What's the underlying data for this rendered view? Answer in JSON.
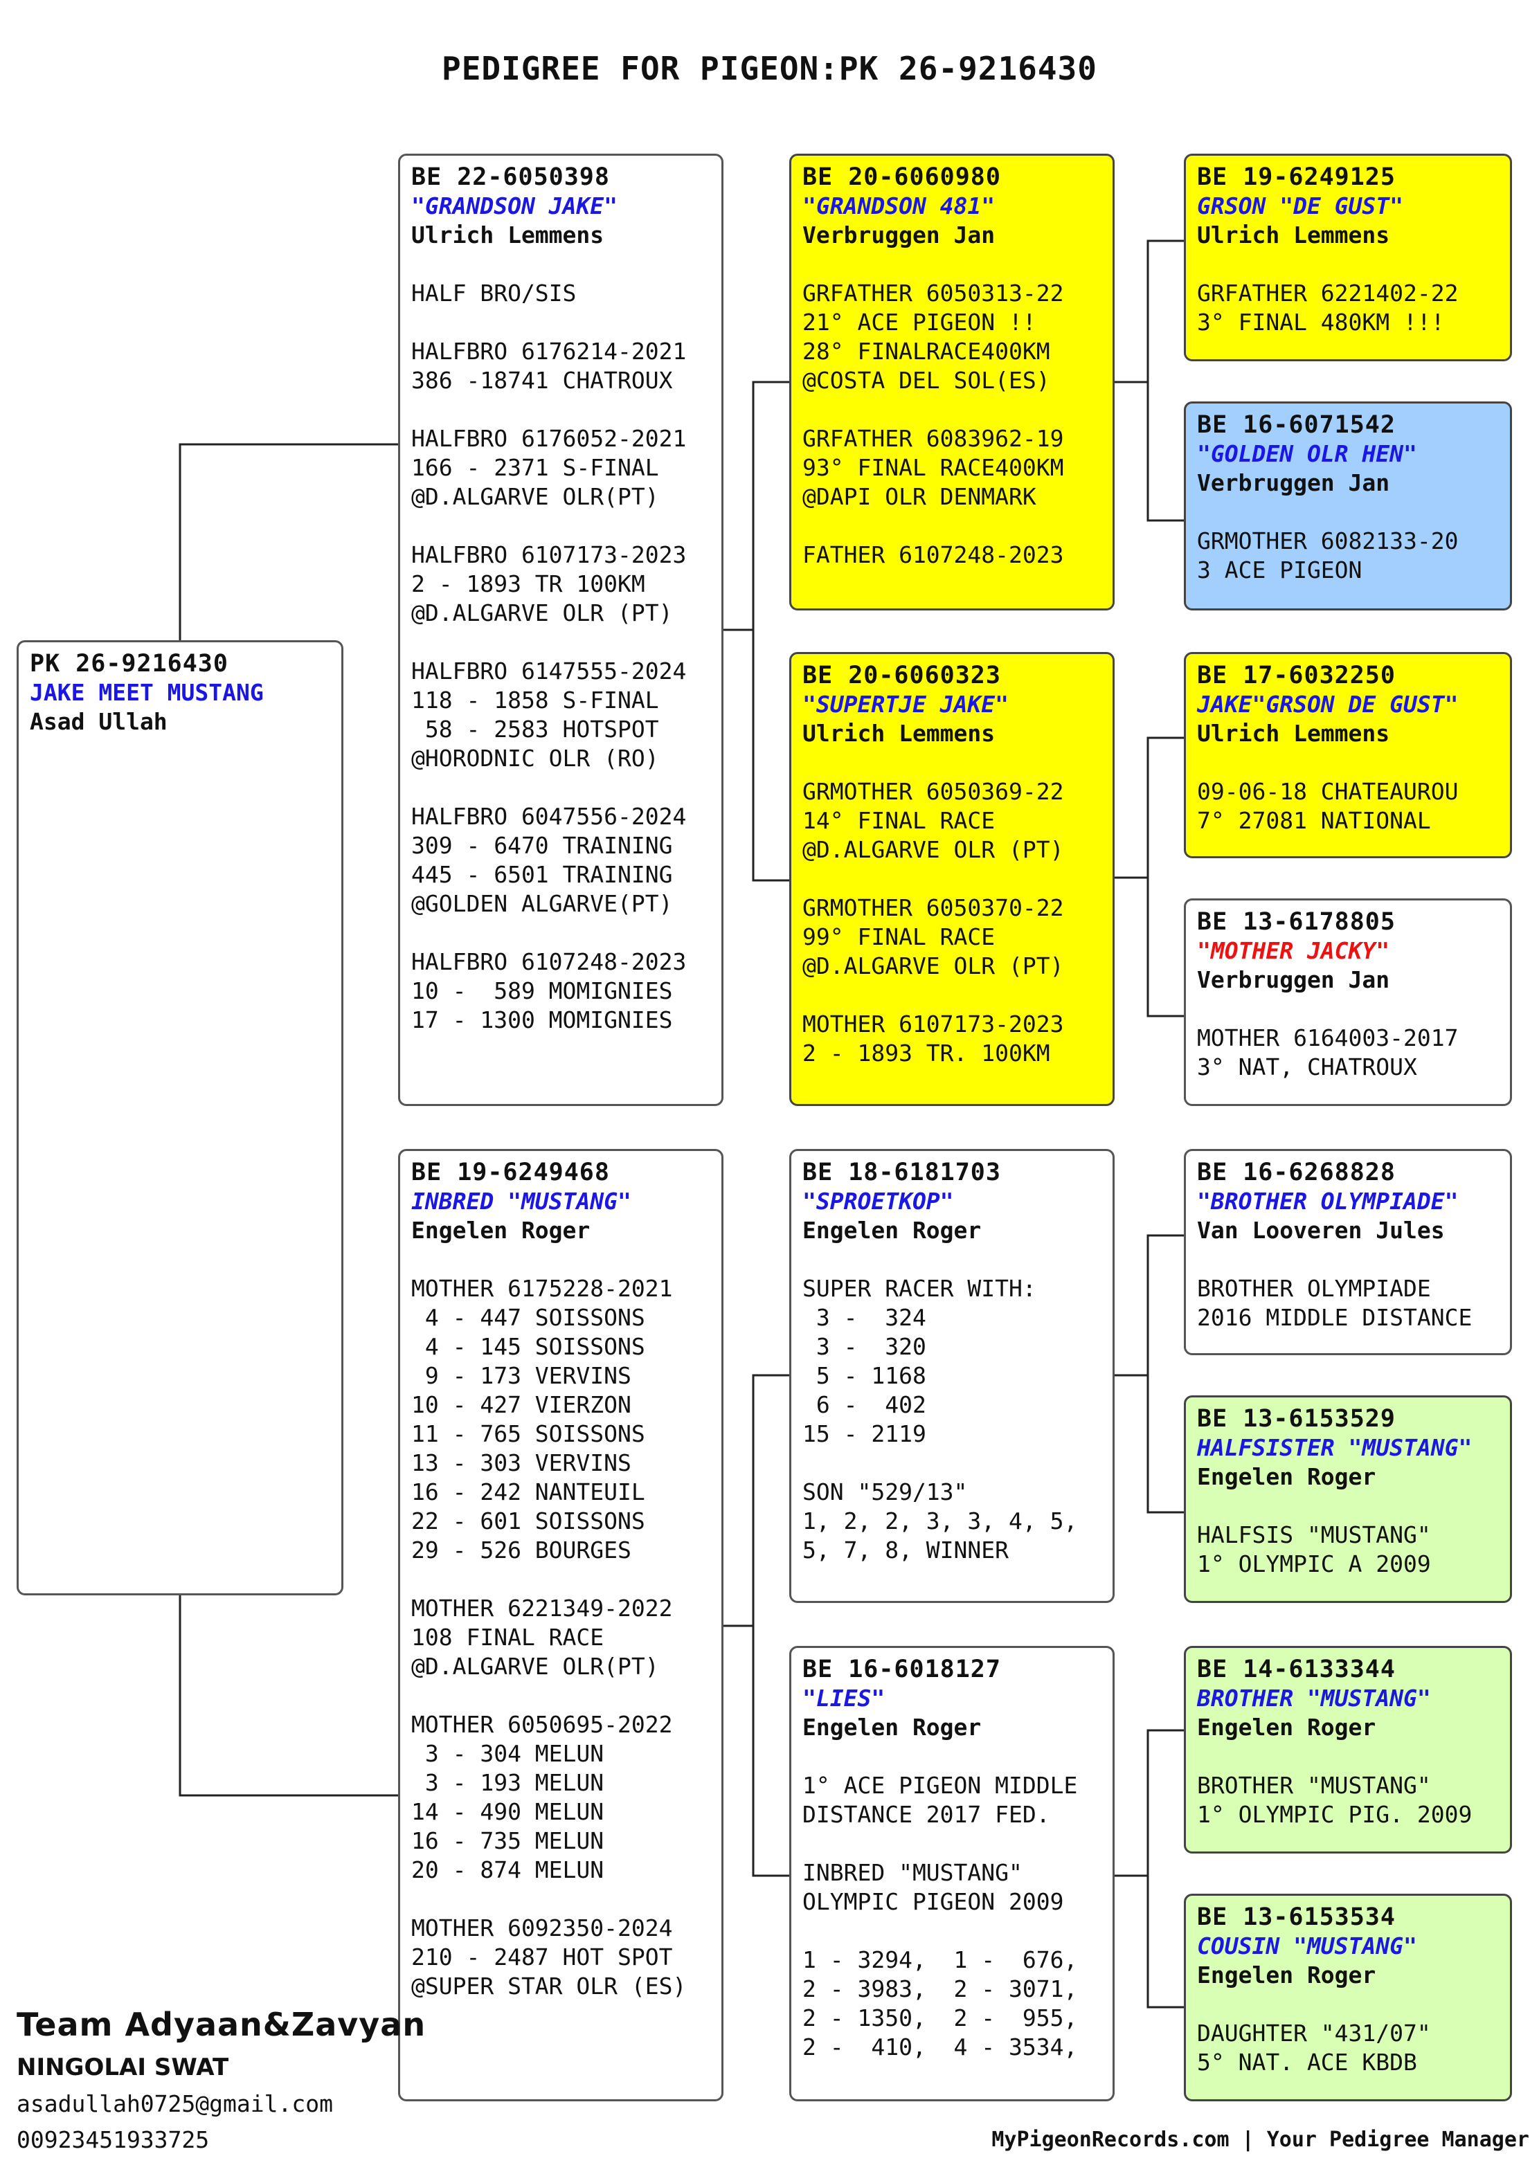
{
  "title": "PEDIGREE FOR PIGEON:PK 26-9216430",
  "subject": {
    "ring": "PK 26-9216430",
    "name": "JAKE MEET MUSTANG",
    "breeder": "Asad Ullah"
  },
  "cards": {
    "sire": {
      "ring": "BE 22-6050398",
      "name": "\"GRANDSON JAKE\"",
      "breeder": "Ulrich Lemmens",
      "notes": "HALF BRO/SIS\n\nHALFBRO 6176214-2021\n386 -18741 CHATROUX\n\nHALFBRO 6176052-2021\n166 - 2371 S-FINAL\n@D.ALGARVE OLR(PT)\n\nHALFBRO 6107173-2023\n2 - 1893 TR 100KM\n@D.ALGARVE OLR (PT)\n\nHALFBRO 6147555-2024\n118 - 1858 S-FINAL\n 58 - 2583 HOTSPOT\n@HORODNIC OLR (RO)\n\nHALFBRO 6047556-2024\n309 - 6470 TRAINING\n445 - 6501 TRAINING\n@GOLDEN ALGARVE(PT)\n\nHALFBRO 6107248-2023\n10 -  589 MOMIGNIES\n17 - 1300 MOMIGNIES"
    },
    "dam": {
      "ring": "BE 19-6249468",
      "name": "INBRED \"MUSTANG\"",
      "breeder": "Engelen Roger",
      "notes": "MOTHER 6175228-2021\n 4 - 447 SOISSONS\n 4 - 145 SOISSONS\n 9 - 173 VERVINS\n10 - 427 VIERZON\n11 - 765 SOISSONS\n13 - 303 VERVINS\n16 - 242 NANTEUIL\n22 - 601 SOISSONS\n29 - 526 BOURGES\n\nMOTHER 6221349-2022\n108 FINAL RACE\n@D.ALGARVE OLR(PT)\n\nMOTHER 6050695-2022\n 3 - 304 MELUN\n 3 - 193 MELUN\n14 - 490 MELUN\n16 - 735 MELUN\n20 - 874 MELUN\n\nMOTHER 6092350-2024\n210 - 2487 HOT SPOT\n@SUPER STAR OLR (ES)"
    },
    "ss": {
      "ring": "BE 20-6060980",
      "name": "\"GRANDSON 481\"",
      "breeder": "Verbruggen Jan",
      "notes": "GRFATHER 6050313-22\n21° ACE PIGEON !!\n28° FINALRACE400KM\n@COSTA DEL SOL(ES)\n\nGRFATHER 6083962-19\n93° FINAL RACE400KM\n@DAPI OLR DENMARK\n\nFATHER 6107248-2023"
    },
    "sd": {
      "ring": "BE 20-6060323",
      "name": "\"SUPERTJE JAKE\"",
      "breeder": "Ulrich Lemmens",
      "notes": "GRMOTHER 6050369-22\n14° FINAL RACE\n@D.ALGARVE OLR (PT)\n\nGRMOTHER 6050370-22\n99° FINAL RACE\n@D.ALGARVE OLR (PT)\n\nMOTHER 6107173-2023\n2 - 1893 TR. 100KM"
    },
    "ds": {
      "ring": "BE 18-6181703",
      "name": "\"SPROETKOP\"",
      "breeder": "Engelen Roger",
      "notes": "SUPER RACER WITH:\n 3 -  324\n 3 -  320\n 5 - 1168\n 6 -  402\n15 - 2119\n\nSON \"529/13\"\n1, 2, 2, 3, 3, 4, 5,\n5, 7, 8, WINNER"
    },
    "dd": {
      "ring": "BE 16-6018127",
      "name": "\"LIES\"",
      "breeder": "Engelen Roger",
      "notes": "1° ACE PIGEON MIDDLE\nDISTANCE 2017 FED.\n\nINBRED \"MUSTANG\"\nOLYMPIC PIGEON 2009\n\n1 - 3294,  1 -  676,\n2 - 3983,  2 - 3071,\n2 - 1350,  2 -  955,\n2 -  410,  4 - 3534,"
    },
    "sss": {
      "ring": "BE 19-6249125",
      "name": "GRSON \"DE GUST\"",
      "breeder": "Ulrich Lemmens",
      "notes": "GRFATHER 6221402-22\n3° FINAL 480KM !!!"
    },
    "ssd": {
      "ring": "BE 16-6071542",
      "name": "\"GOLDEN OLR HEN\"",
      "breeder": "Verbruggen Jan",
      "notes": "GRMOTHER 6082133-20\n3 ACE PIGEON"
    },
    "sds": {
      "ring": "BE 17-6032250",
      "name": "JAKE\"GRSON DE GUST\"",
      "breeder": "Ulrich Lemmens",
      "notes": "09-06-18 CHATEAUROU\n7° 27081 NATIONAL"
    },
    "sdd": {
      "ring": "BE 13-6178805",
      "name": "\"MOTHER JACKY\"",
      "breeder": "Verbruggen Jan",
      "notes": "MOTHER 6164003-2017\n3° NAT, CHATROUX"
    },
    "dss": {
      "ring": "BE 16-6268828",
      "name": "\"BROTHER OLYMPIADE\"",
      "breeder": "Van Looveren Jules",
      "notes": "BROTHER OLYMPIADE\n2016 MIDDLE DISTANCE"
    },
    "dsd": {
      "ring": "BE 13-6153529",
      "name": "HALFSISTER \"MUSTANG\"",
      "breeder": "Engelen Roger",
      "notes": "HALFSIS \"MUSTANG\"\n1° OLYMPIC A 2009"
    },
    "dds": {
      "ring": "BE 14-6133344",
      "name": "BROTHER \"MUSTANG\"",
      "breeder": "Engelen Roger",
      "notes": "BROTHER \"MUSTANG\"\n1° OLYMPIC PIG. 2009"
    },
    "ddd": {
      "ring": "BE 13-6153534",
      "name": "COUSIN \"MUSTANG\"",
      "breeder": "Engelen Roger",
      "notes": "DAUGHTER \"431/07\"\n5° NAT. ACE KBDB"
    }
  },
  "contact": {
    "team": "Team Adyaan&Zavyan",
    "place": "NINGOLAI SWAT",
    "email": "asadullah0725@gmail.com",
    "phone": "00923451933725"
  },
  "footer": "MyPigeonRecords.com | Your Pedigree Manager",
  "colors": {
    "yellow": "#ffff00",
    "blue": "#a3cfff",
    "green": "#d8ffb4",
    "name_blue": "#1a17e6",
    "name_red": "#ee1111"
  }
}
